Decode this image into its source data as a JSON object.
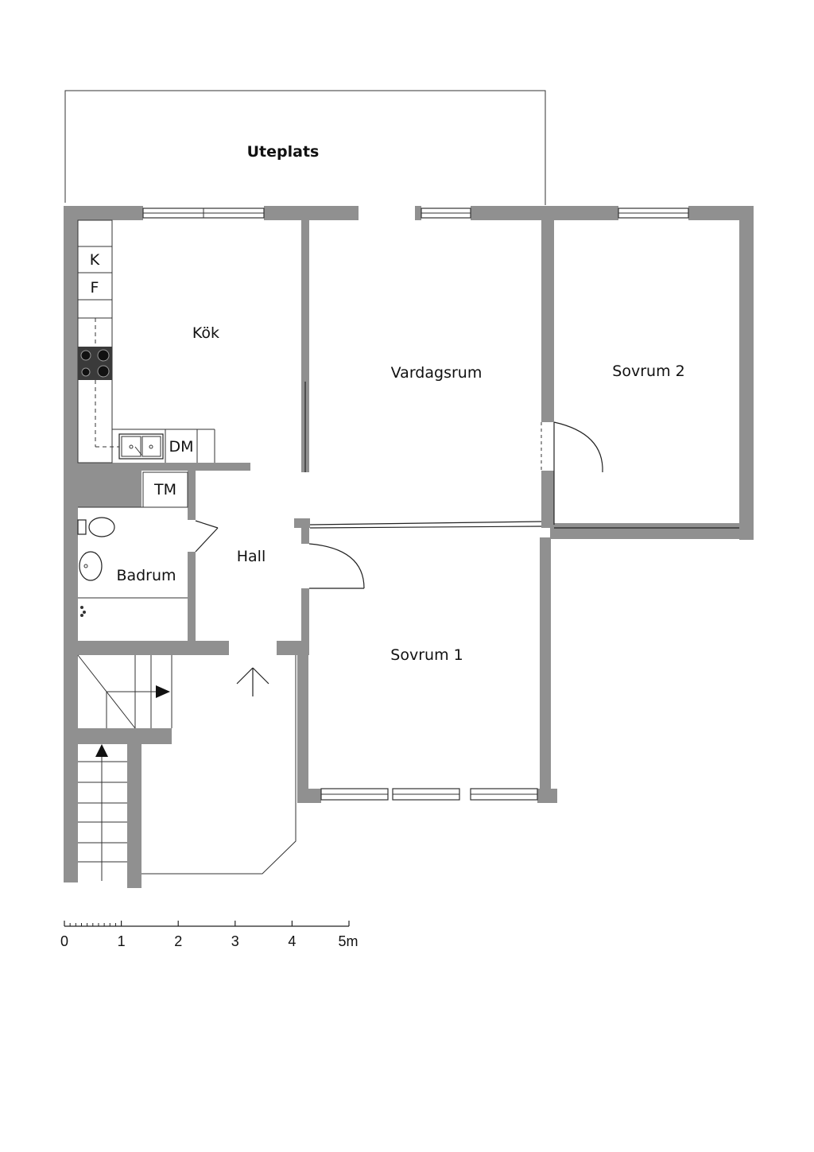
{
  "terrace": {
    "label": "Uteplats"
  },
  "rooms": {
    "kitchen": "Kök",
    "living_room": "Vardagsrum",
    "bedroom_2": "Sovrum 2",
    "bedroom_1": "Sovrum 1",
    "hall": "Hall",
    "bathroom": "Badrum"
  },
  "appliances": {
    "fridge": "K",
    "freezer": "F",
    "dishwasher": "DM",
    "washing_machine": "TM"
  },
  "scale": {
    "ticks": [
      "0",
      "1",
      "2",
      "3",
      "4",
      "5m"
    ]
  },
  "colors": {
    "wall": "#909090",
    "line": "#222222",
    "background": "#ffffff"
  }
}
